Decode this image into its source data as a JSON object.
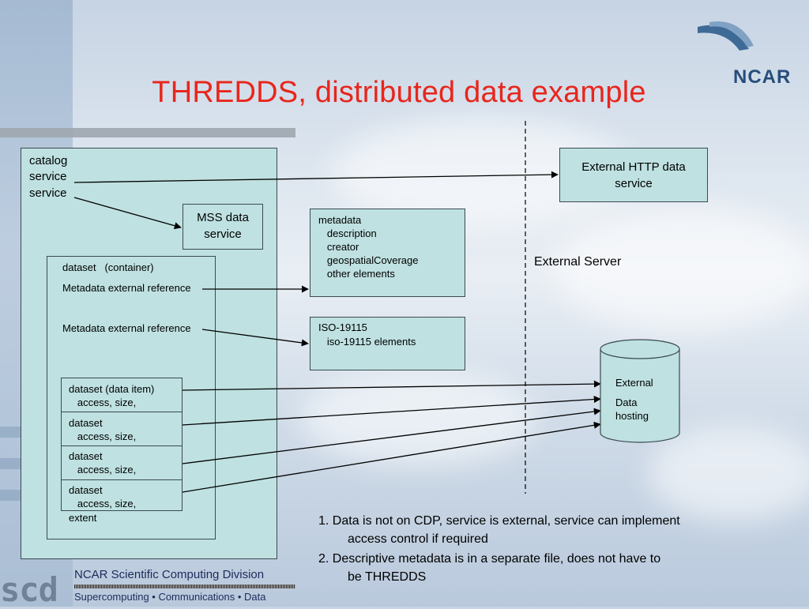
{
  "title": "THREDDS, distributed data example",
  "logo": {
    "text": "NCAR"
  },
  "catalog_box": {
    "lines": [
      "catalog",
      "service",
      "service"
    ]
  },
  "mss_box": {
    "lines": [
      "MSS data",
      "service"
    ]
  },
  "container": {
    "header": "dataset   (container)",
    "ref1": "Metadata external reference",
    "ref2": "Metadata external reference"
  },
  "data_items": [
    {
      "line1": "dataset (data item)",
      "line2": "   access, size,"
    },
    {
      "line1": "dataset",
      "line2": "   access, size,"
    },
    {
      "line1": "dataset",
      "line2": "   access, size,"
    },
    {
      "line1": "dataset",
      "line2": "   access, size,"
    }
  ],
  "extent_label": "extent",
  "metadata_box": {
    "lines": [
      "metadata",
      "   description",
      "   creator",
      "   geospatialCoverage",
      "   other elements"
    ]
  },
  "iso_box": {
    "lines": [
      "ISO-19115",
      "   iso-19115 elements"
    ]
  },
  "http_box": {
    "lines": [
      "External HTTP data",
      "service"
    ]
  },
  "external_server_label": "External Server",
  "cylinder": {
    "lines": [
      "External",
      "Data",
      "hosting"
    ]
  },
  "notes": [
    {
      "line1": "1. Data is not on CDP, service is external, service can implement",
      "line2": "access control if required"
    },
    {
      "line1": "2. Descriptive metadata is in a separate file, does not have to",
      "line2": "be THREDDS"
    }
  ],
  "footer": {
    "scd": "scd",
    "division": "NCAR Scientific Computing Division",
    "tagline": "Supercomputing • Communications • Data"
  }
}
